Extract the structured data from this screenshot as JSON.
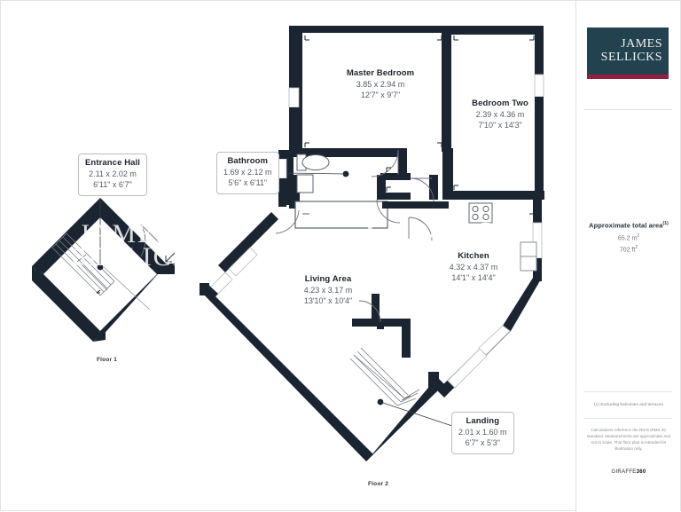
{
  "document": {
    "type": "floor-plan",
    "title": "Floor Plan"
  },
  "sidebar": {
    "logo": {
      "line1": "JAMES",
      "line2": "SELLICKS",
      "box_color": "#234250",
      "bar_color": "#96213f"
    },
    "area": {
      "title": "Approximate total area",
      "title_superscript": "(1)",
      "metric": "65.2 m",
      "metric_superscript": "2",
      "imperial": "702 ft",
      "imperial_superscript": "2"
    },
    "footnote": "(1) Excluding balconies and terraces",
    "disclaimer": "Calculations reference the RICS IPMS 3C standard. Measurements are approximate and not to scale. This floor plan is intended for illustration only.",
    "provider": {
      "name": "GIRAFFE",
      "suffix": "360"
    }
  },
  "watermark": {
    "line1": "JAMES",
    "line2": "SELLICKS"
  },
  "floors": [
    {
      "id": "floor-1",
      "label": "Floor 1",
      "rooms": [
        {
          "id": "entrance-hall",
          "name": "Entrance Hall",
          "dim_metric": "2.11 x 2.02 m",
          "dim_imperial": "6'11\" x 6'7\"",
          "boxed": true
        }
      ]
    },
    {
      "id": "floor-2",
      "label": "Floor 2",
      "rooms": [
        {
          "id": "master-bedroom",
          "name": "Master Bedroom",
          "dim_metric": "3.85 x 2.94 m",
          "dim_imperial": "12'7\" x 9'7\"",
          "boxed": false
        },
        {
          "id": "bedroom-two",
          "name": "Bedroom Two",
          "dim_metric": "2.39 x 4.36 m",
          "dim_imperial": "7'10\" x 14'3\"",
          "boxed": false
        },
        {
          "id": "bathroom",
          "name": "Bathroom",
          "dim_metric": "1.69 x 2.12 m",
          "dim_imperial": "5'6\" x 6'11\"",
          "boxed": true
        },
        {
          "id": "kitchen",
          "name": "Kitchen",
          "dim_metric": "4.32 x 4.37 m",
          "dim_imperial": "14'1\" x 14'4\"",
          "boxed": false
        },
        {
          "id": "living-area",
          "name": "Living Area",
          "dim_metric": "4.23 x 3.17 m",
          "dim_imperial": "13'10\" x 10'4\"",
          "boxed": false
        },
        {
          "id": "landing",
          "name": "Landing",
          "dim_metric": "2.01 x 1.60 m",
          "dim_imperial": "6'7\" x 5'3\"",
          "boxed": true
        }
      ]
    }
  ],
  "colors": {
    "wall": "#1b2431",
    "room_fill": "#ffffff",
    "fixture_stroke": "#5d636d",
    "leader_line": "#3a4048",
    "page_background": "#ffffff"
  }
}
